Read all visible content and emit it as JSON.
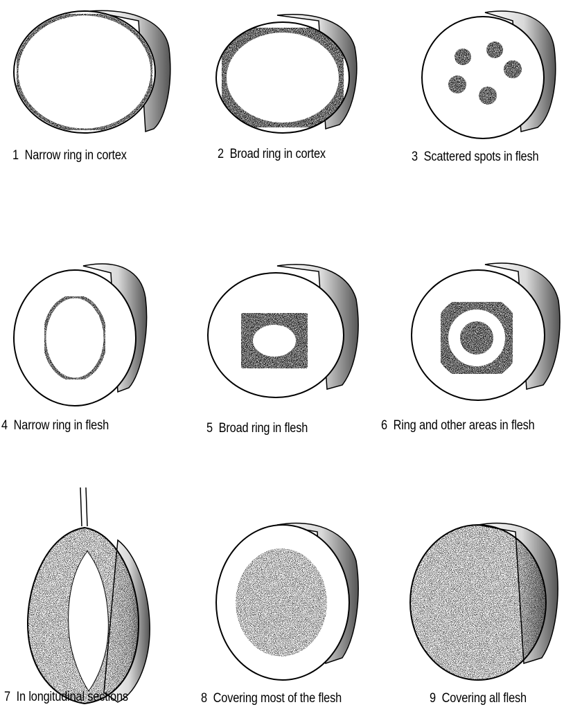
{
  "figure": {
    "panels": [
      {
        "number": "1",
        "label": "Narrow ring in cortex"
      },
      {
        "number": "2",
        "label": "Broad ring in cortex"
      },
      {
        "number": "3",
        "label": "Scattered spots in flesh"
      },
      {
        "number": "4",
        "label": "Narrow ring in flesh"
      },
      {
        "number": "5",
        "label": "Broad ring in flesh"
      },
      {
        "number": "6",
        "label": "Ring and other areas in flesh"
      },
      {
        "number": "7",
        "label": "In longitudinal sections"
      },
      {
        "number": "8",
        "label": "Covering most of the flesh"
      },
      {
        "number": "9",
        "label": "Covering all flesh"
      }
    ]
  },
  "colors": {
    "ink": "#000000",
    "paper": "#ffffff"
  }
}
